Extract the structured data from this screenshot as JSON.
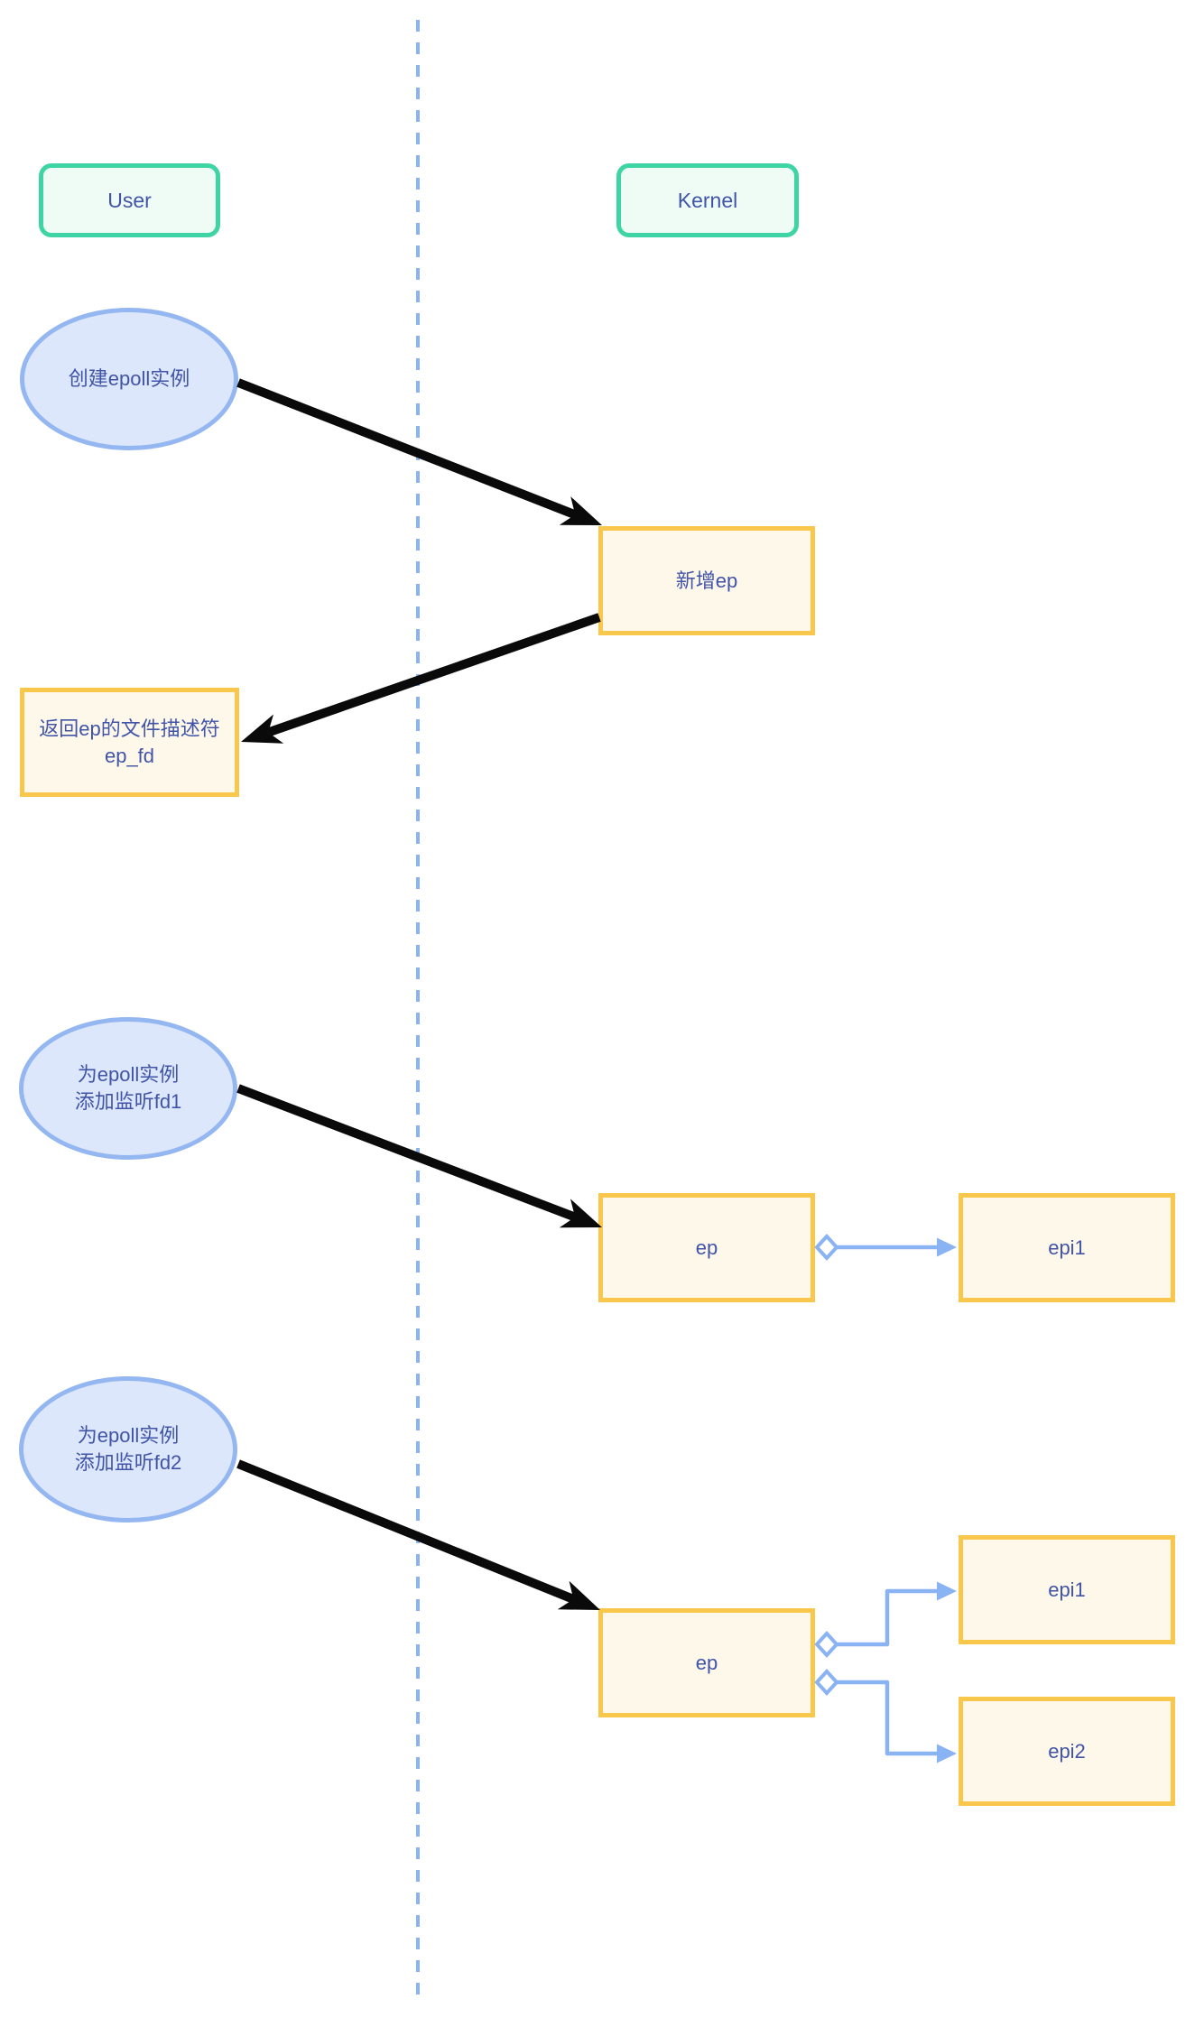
{
  "lanes": {
    "user": "User",
    "kernel": "Kernel"
  },
  "nodes": {
    "create_epoll": {
      "label": "创建epoll实例"
    },
    "add_ep": {
      "label": "新增ep"
    },
    "return_epfd": {
      "line1": "返回ep的文件描述符",
      "line2": "ep_fd"
    },
    "add_fd1": {
      "line1": "为epoll实例",
      "line2": "添加监听fd1"
    },
    "ep_a": {
      "label": "ep"
    },
    "epi1_a": {
      "label": "epi1"
    },
    "add_fd2": {
      "line1": "为epoll实例",
      "line2": "添加监听fd2"
    },
    "ep_b": {
      "label": "ep"
    },
    "epi1_b": {
      "label": "epi1"
    },
    "epi2_b": {
      "label": "epi2"
    }
  },
  "colors": {
    "lane_border": "#3fd4a4",
    "lane_fill": "#effcf6",
    "ellipse_border": "#94b6f1",
    "ellipse_fill": "#dce7fb",
    "box_border": "#f8c74b",
    "box_fill": "#fdf8e9",
    "label_text": "#4154a8",
    "divider": "#8ab3f3",
    "black_arrow": "#0a0a0a",
    "blue_connector": "#8ab3f3",
    "diamond_fill": "#ffffff"
  }
}
